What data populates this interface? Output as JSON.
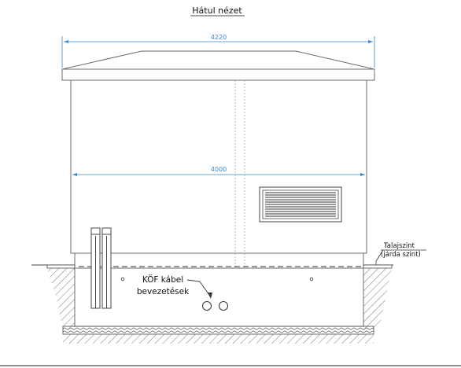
{
  "title": "Hátul nézet",
  "dimensions": {
    "roof_width": "4220",
    "body_width": "4000"
  },
  "labels": {
    "ground_level_line1": "Talajszint",
    "ground_level_line2": "(járda szint)",
    "cable_entry_line1": "KÖF kábel",
    "cable_entry_line2": "bevezetések"
  },
  "colors": {
    "line": "#6b6b6b",
    "dimension": "#3a86c8",
    "centerline": "#9a9a9a",
    "hatch": "#777777"
  }
}
